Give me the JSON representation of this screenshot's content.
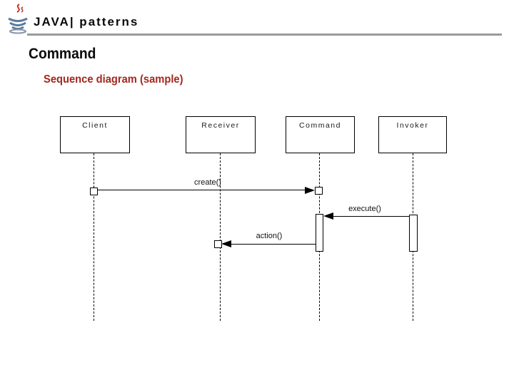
{
  "header": {
    "brand": "JAVA| patterns",
    "logo_icon": "java-coffee-cup"
  },
  "slide": {
    "title": "Command",
    "subtitle": "Sequence diagram (sample)"
  },
  "colors": {
    "subtitle": "#a2281e",
    "header_rule": "#9a9a9a",
    "diagram_stroke": "#000000",
    "logo_steam": "#c0392b",
    "logo_cup": "#5b7b9d"
  },
  "diagram": {
    "participants": [
      {
        "name": "Client"
      },
      {
        "name": "Receiver"
      },
      {
        "name": "Command"
      },
      {
        "name": "Invoker"
      }
    ],
    "messages": [
      {
        "label": "create()",
        "from": "Client",
        "to": "Command"
      },
      {
        "label": "execute()",
        "from": "Invoker",
        "to": "Command"
      },
      {
        "label": "action()",
        "from": "Command",
        "to": "Receiver"
      }
    ]
  }
}
